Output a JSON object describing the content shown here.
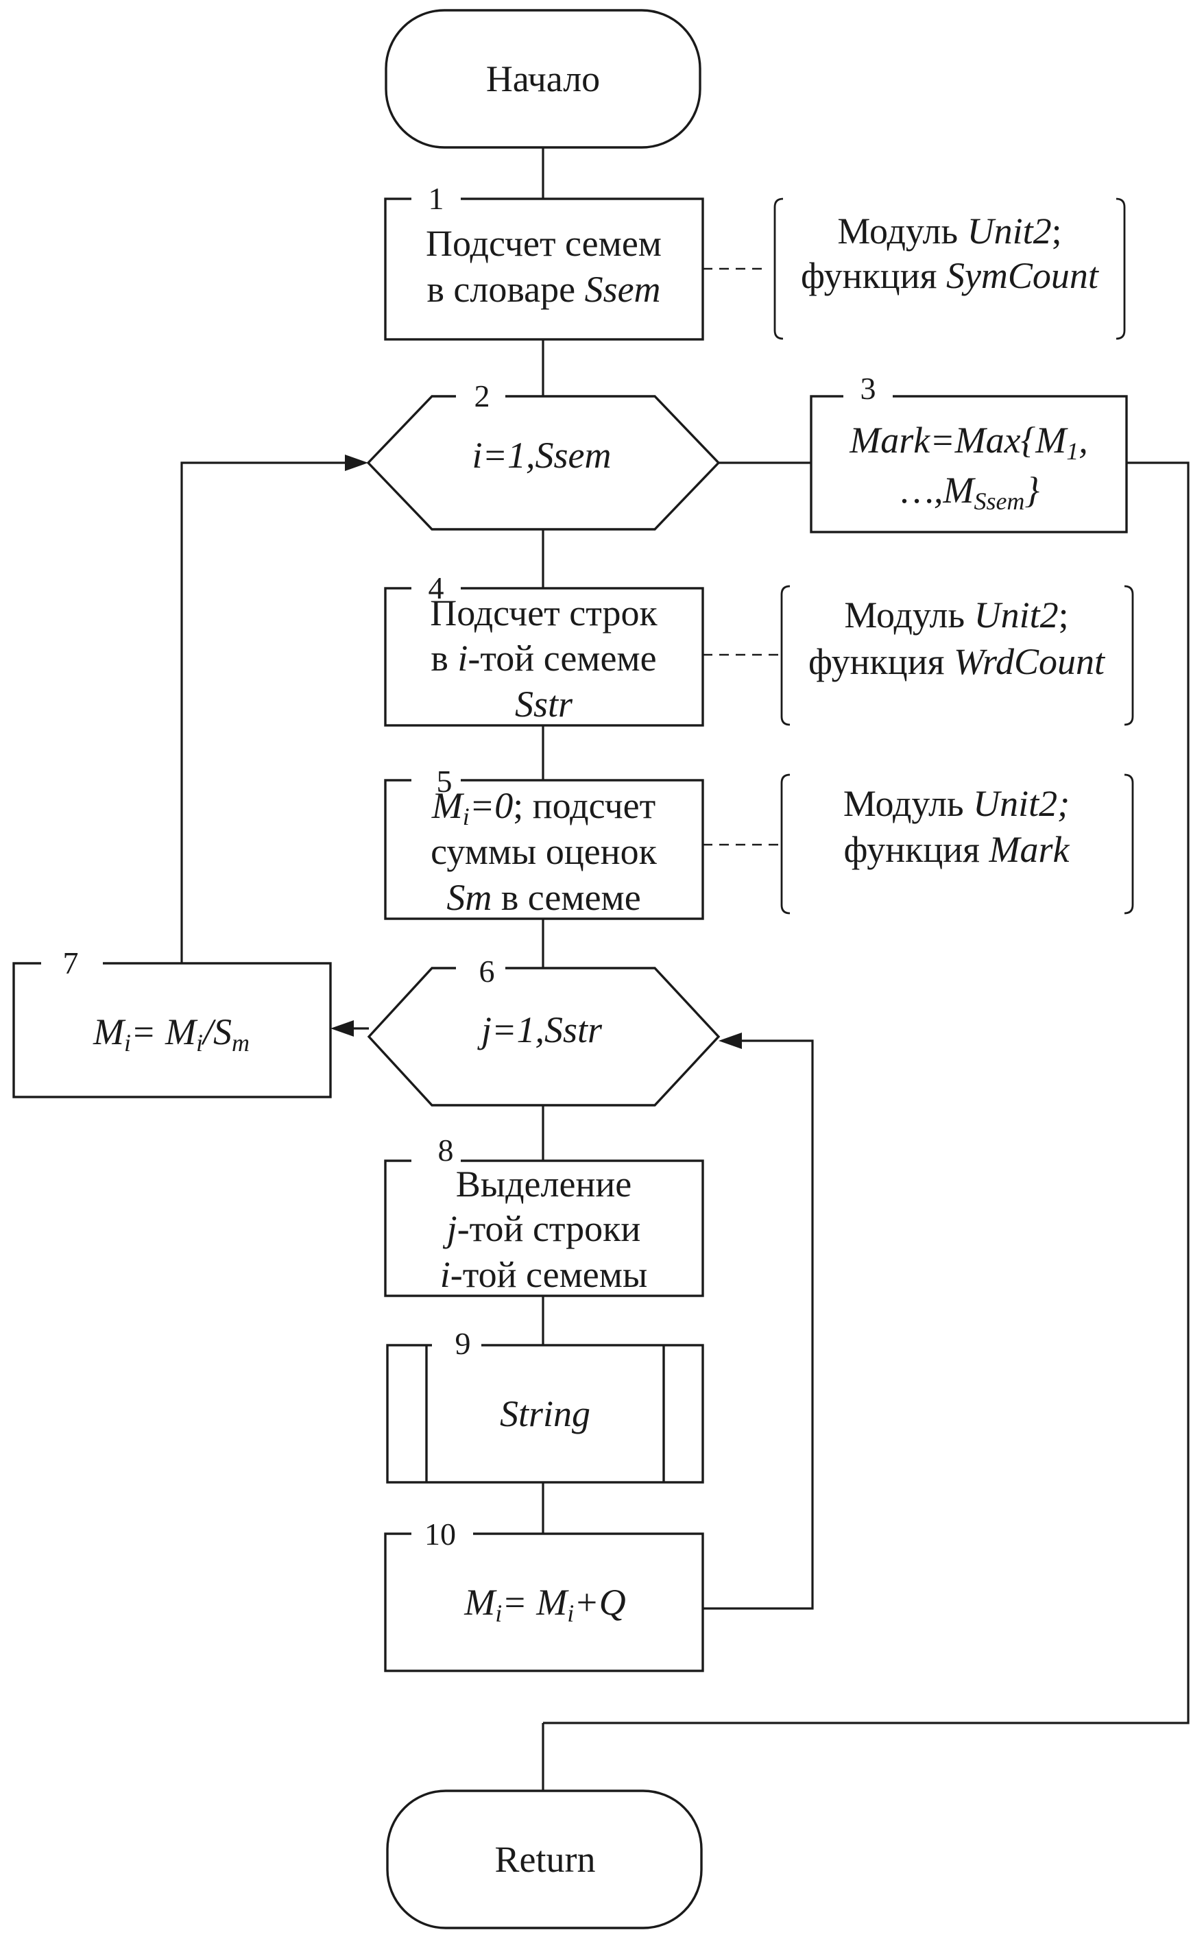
{
  "start": {
    "label": "Начало"
  },
  "end": {
    "label": "Return"
  },
  "blocks": {
    "b1": {
      "num": "1",
      "line1": "Подсчет семем",
      "line2_plain": "в словаре ",
      "line2_italic": "Ssem"
    },
    "b2": {
      "num": "2",
      "label": "i=1,Ssem"
    },
    "b3": {
      "num": "3",
      "line1": "Mark=Max{M",
      "line1_sub": "1",
      "line1_end": ",",
      "line2": "…,M",
      "line2_sub": "Ssem",
      "line2_end": "}"
    },
    "b4": {
      "num": "4",
      "line1": "Подсчет строк",
      "line2_pre": "в ",
      "line2_italic": "i",
      "line2_post": "-той семеме",
      "line3": "Sstr"
    },
    "b5": {
      "num": "5",
      "line1_italic": "M",
      "line1_sub": "i",
      "line1_eq": "=0",
      "line1_post": "; подсчет",
      "line2": "суммы оценок",
      "line3_italic": "Sm",
      "line3_post": " в семеме"
    },
    "b6": {
      "num": "6",
      "label": "j=1,Sstr"
    },
    "b7": {
      "num": "7",
      "m1": "M",
      "s1": "i",
      "eq": "= ",
      "m2": "M",
      "s2": "i",
      "slash": "/S",
      "s3": "m"
    },
    "b8": {
      "num": "8",
      "line1": "Выделение",
      "line2_italic": "j",
      "line2_post": "-той строки",
      "line3_italic": "i",
      "line3_post": "-той семемы"
    },
    "b9": {
      "num": "9",
      "label": "String"
    },
    "b10": {
      "num": "10",
      "m1": "M",
      "s1": "i",
      "eq": "= ",
      "m2": "M",
      "s2": "i",
      "plus": "+Q"
    }
  },
  "comments": {
    "c1": {
      "line1_plain": "Модуль ",
      "line1_italic": "Unit2",
      "line1_end": ";",
      "line2_plain": "функция ",
      "line2_italic": "SymCount"
    },
    "c4": {
      "line1_plain": "Модуль ",
      "line1_italic": "Unit2",
      "line1_end": ";",
      "line2_plain": "функция ",
      "line2_italic": "WrdCount"
    },
    "c5": {
      "line1_plain": "Модуль ",
      "line1_italic": "Unit2;",
      "line2_plain": "функция ",
      "line2_italic": "Mark"
    }
  }
}
